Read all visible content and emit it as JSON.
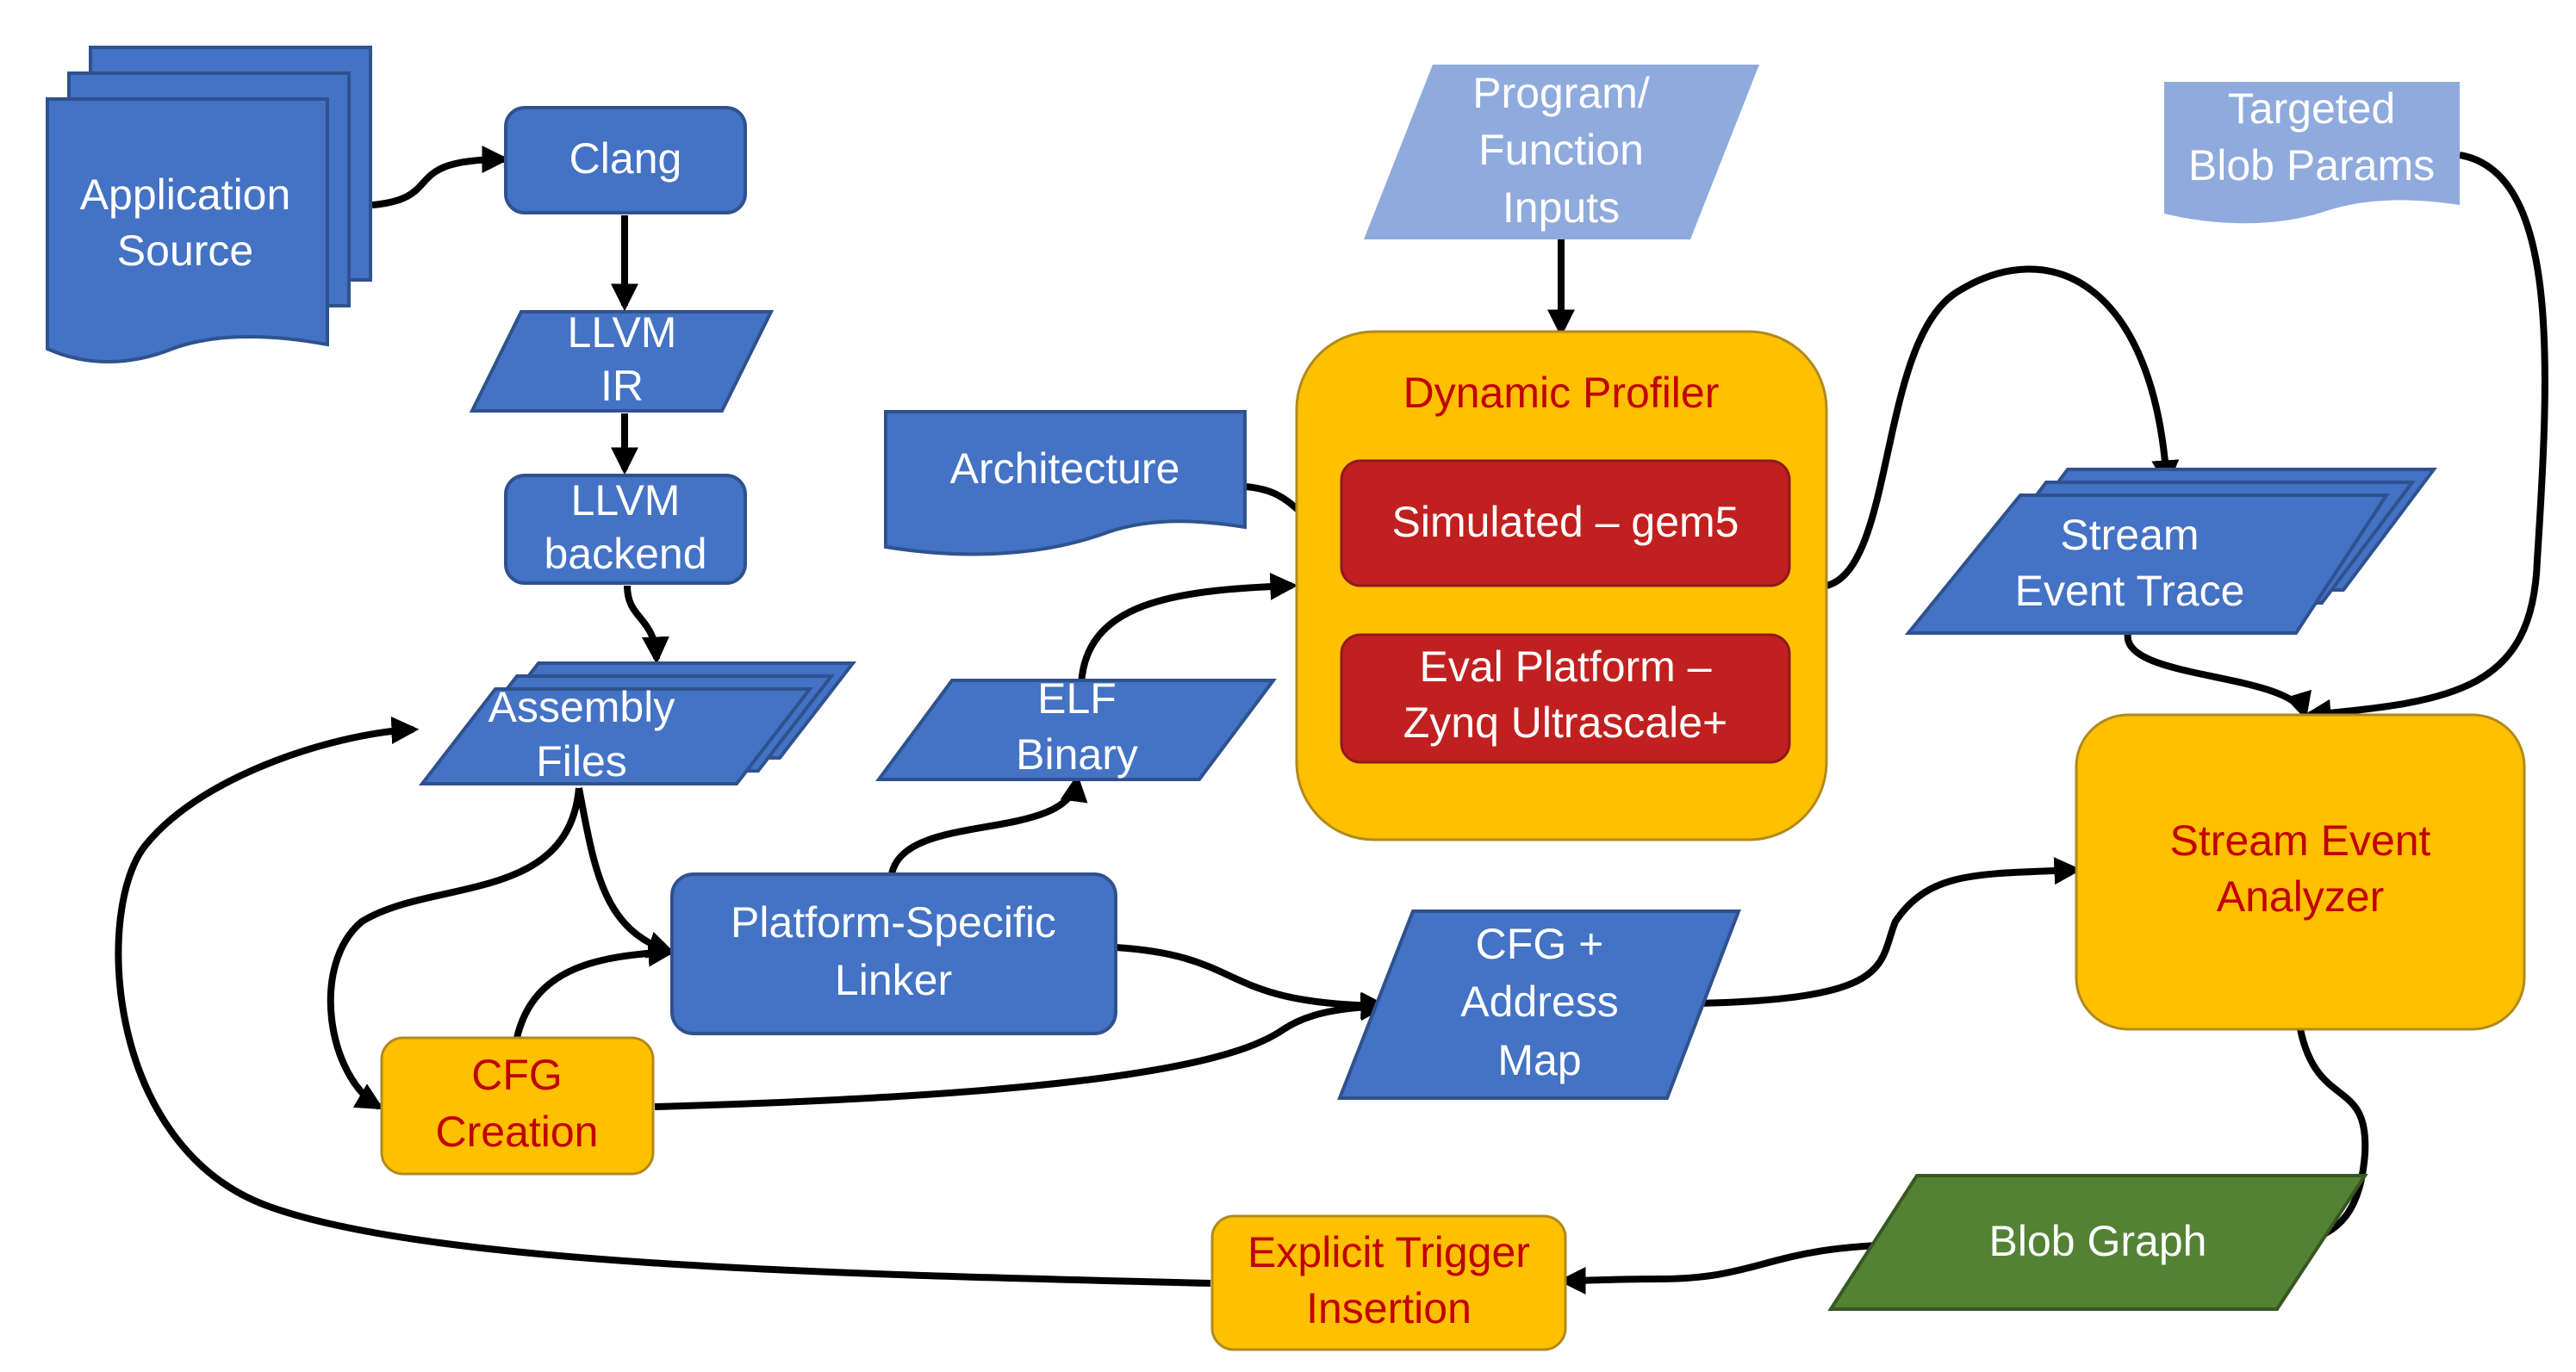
{
  "nodes": {
    "application_source": [
      "Application",
      "Source"
    ],
    "clang": [
      "Clang"
    ],
    "llvm_ir": [
      "LLVM",
      "IR"
    ],
    "llvm_backend": [
      "LLVM",
      "backend"
    ],
    "assembly_files": [
      "Assembly",
      "Files"
    ],
    "program_inputs": [
      "Program/",
      "Function",
      "Inputs"
    ],
    "targeted_blob_params": [
      "Targeted",
      "Blob Params"
    ],
    "architecture": [
      "Architecture"
    ],
    "dynamic_profiler": [
      "Dynamic Profiler"
    ],
    "simulated_gem5": [
      "Simulated – gem5"
    ],
    "eval_platform": [
      "Eval Platform –",
      "Zynq Ultrascale+"
    ],
    "elf_binary": [
      "ELF",
      "Binary"
    ],
    "stream_event_trace": [
      "Stream",
      "Event Trace"
    ],
    "platform_linker": [
      "Platform-Specific",
      "Linker"
    ],
    "cfg_address_map": [
      "CFG +",
      "Address",
      "Map"
    ],
    "stream_event_analyzer": [
      "Stream Event",
      "Analyzer"
    ],
    "cfg_creation": [
      "CFG",
      "Creation"
    ],
    "blob_graph": [
      "Blob Graph"
    ],
    "explicit_trigger": [
      "Explicit Trigger",
      "Insertion"
    ]
  },
  "colors": {
    "blue": "#4472c4",
    "light_blue": "#8faadc",
    "gold": "#ffc000",
    "red": "#c0201f",
    "green": "#548235",
    "red_text": "#c00000"
  }
}
